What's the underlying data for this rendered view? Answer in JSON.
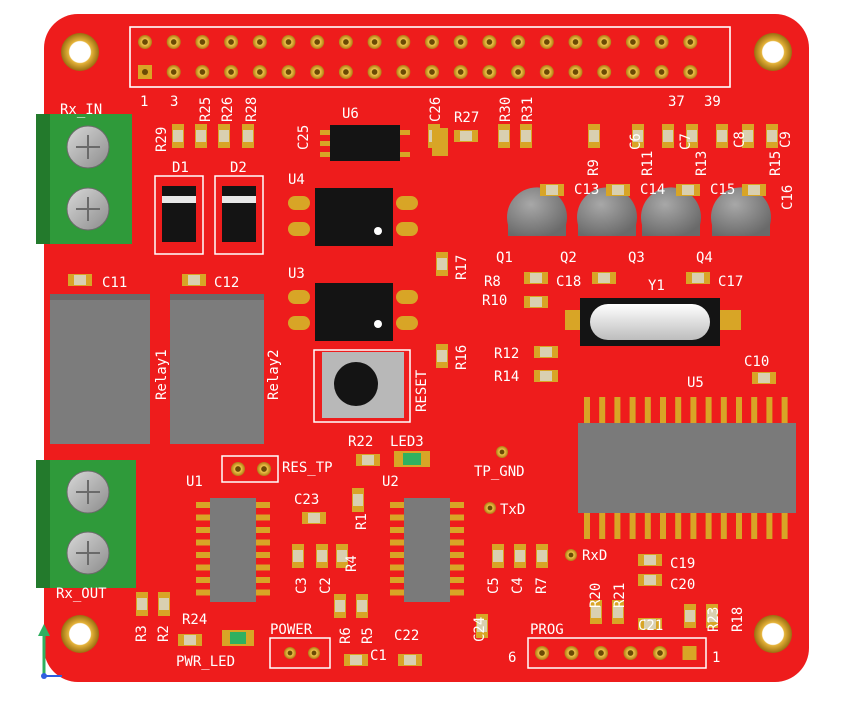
{
  "board": {
    "color": "#ee1c1c",
    "gold": "#d8a526",
    "silk": "#ffffff",
    "terminal_green": "#2f9a3a",
    "chip_black": "#141414",
    "relay_gray": "#7c7c7c"
  },
  "header_labels": {
    "pin1": "1",
    "pin3": "3",
    "pin37": "37",
    "pin39": "39"
  },
  "connectors": {
    "rx_in": "Rx_IN",
    "rx_out": "Rx_OUT"
  },
  "labels": {
    "d1": "D1",
    "d2": "D2",
    "u1": "U1",
    "u2": "U2",
    "u3": "U3",
    "u4": "U4",
    "u5": "U5",
    "u6": "U6",
    "q1": "Q1",
    "q2": "Q2",
    "q3": "Q3",
    "q4": "Q4",
    "y1": "Y1",
    "relay1": "Relay1",
    "relay2": "Relay2",
    "reset": "RESET",
    "res_tp": "RES_TP",
    "tp_gnd": "TP_GND",
    "txd": "TxD",
    "rxd": "RxD",
    "prog": "PROG",
    "prog_pin6": "6",
    "prog_pin1": "1",
    "power": "POWER",
    "pwr_led": "PWR_LED",
    "led3": "LED3",
    "c1": "C1",
    "c2": "C2",
    "c3": "C3",
    "c4": "C4",
    "c5": "C5",
    "c6": "C6",
    "c7": "C7",
    "c8": "C8",
    "c9": "C9",
    "c10": "C10",
    "c11": "C11",
    "c12": "C12",
    "c13": "C13",
    "c14": "C14",
    "c15": "C15",
    "c16": "C16",
    "c17": "C17",
    "c18": "C18",
    "c19": "C19",
    "c20": "C20",
    "c21": "C21",
    "c22": "C22",
    "c23": "C23",
    "c24": "C24",
    "c25": "C25",
    "c26": "C26",
    "r1": "R1",
    "r2": "R2",
    "r3": "R3",
    "r4": "R4",
    "r5": "R5",
    "r6": "R6",
    "r7": "R7",
    "r8": "R8",
    "r9": "R9",
    "r10": "R10",
    "r11": "R11",
    "r12": "R12",
    "r13": "R13",
    "r14": "R14",
    "r15": "R15",
    "r16": "R16",
    "r17": "R17",
    "r18": "R18",
    "r20": "R20",
    "r21": "R21",
    "r22": "R22",
    "r23": "R23",
    "r24": "R24",
    "r25": "R25",
    "r26": "R26",
    "r27": "R27",
    "r28": "R28",
    "r29": "R29",
    "r30": "R30",
    "r31": "R31"
  }
}
